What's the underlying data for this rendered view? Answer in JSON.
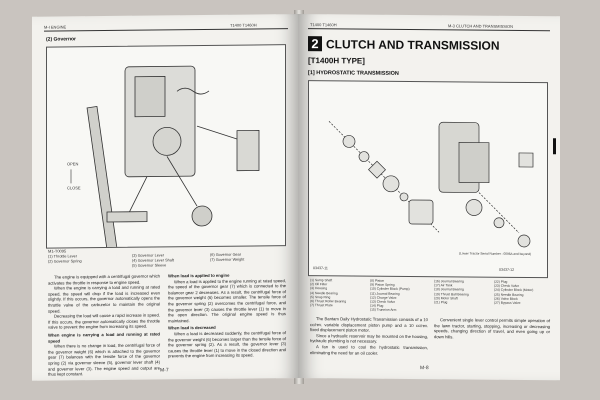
{
  "left_page": {
    "header_section": "M-I ENGINE",
    "header_model": "T1400 T1460H",
    "subsection": "(2) Governor",
    "figure_code": "M1-T0095",
    "figure_labels": {
      "open": "OPEN",
      "close": "CLOSE"
    },
    "legend": [
      "(1) Throttle Lever",
      "(2) Governor Spring",
      "(3) Governor Lever",
      "(4) Governor Lever Shaft",
      "(5) Governor Sleeve",
      "(6) Governor Gear",
      "(7) Governor Weight"
    ],
    "col1_paragraphs": [
      "The engine is equipped with a centrifugal governor which activates the throttle in response to engine speed.",
      "When the engine is carrying a load and running at rated speed, the speed will drop if the load is increased even slightly. If this occurs, the governor automatically opens the throttle valve of the carburetor to maintain the original speed.",
      "Decreasing the load will cause a rapid increase in speed. If this occurs, the governor automatically closes the throttle valve to prevent the engine from increasing its speed."
    ],
    "col1_heading_1": "When engine is carrying a load and running at rated speed",
    "col1_para_2": "When there is no change in load, the centrifugal force of the governor weight (6) which is attached to the governor gear (7) balances with the tensile force of the governor spring (2) via governor sleeve (5), governor lever shaft (4) and governor lever (3). The engine speed and output are thus kept constant.",
    "col2_heading_1": "When load is applied to engine",
    "col2_para_1": "When a load is applied to the engine running at rated speed, the speed of the governor gear (7) which is connected to the balancer gear 2 decreases. As a result, the centrifugal force of the governor weight (6) becomes smaller. The tensile force of the governor spring (2) overcomes the centrifugal force, and the governor lever (3) causes the throttle lever (1) to move in the open direction. The original engine speed is thus maintained.",
    "col2_heading_2": "When load is decreased",
    "col2_para_2": "When a load is decreased suddenly, the centrifugal force of the governor weight (6) becomes larger than the tensile force of the governor spring (2). As a result, the governor lever (3) causes the throttle lever (1) to move in the closed direction and prevents the engine from increasing its speed.",
    "page_number": "M-7"
  },
  "right_page": {
    "header_model": "T1400 T1460H",
    "header_section": "M-3 CLUTCH AND TRANSMISSION",
    "chapter_number": "2",
    "chapter_title": "CLUTCH AND TRANSMISSION",
    "type_title": "[T1400H TYPE]",
    "subsection": "[1] HYDROSTATIC TRANSMISSION",
    "figure_code_left": "03437-11",
    "figure_code_right": "03437-12",
    "serial_note": "(Lower Tractor Serial Number : 0096A and beyond)",
    "legend": [
      "(1) Sump Shaft",
      "(2) Oil Filter",
      "(3) Housing",
      "(4) Needle Bearing",
      "(5) Snap Ring",
      "(6) Thrust Roller Bearing",
      "(7) Thrust Plate",
      "(8) Piston",
      "(9) Piston Spring",
      "(10) Cylinder Block (Pump)",
      "(11) Journal Bearing",
      "(12) Charge Valve",
      "(13) Check Valve",
      "(14) Plug",
      "(15) Trunnion Arm",
      "(16) Journal Bearing",
      "(17) Air Tank",
      "(18) Journal Bearing",
      "(19) Thrust Ball Bearing",
      "(20) Motor Shaft",
      "(21) Plug",
      "(22) Plug",
      "(23) Check Valve",
      "(24) Cylinder Block (Motor)",
      "(25) Needle Bearing",
      "(26) Valve Block",
      "(27) Bypass Valve"
    ],
    "col1_paragraphs": [
      "The Bantam Daily Hydrostatic Transmission consists of a 10 cc/rev. variable displacement piston pump and a 10 cc/rev. fixed displacement piston motor.",
      "Since a hydraulic reservoir may be mounted on the housing, hydraulic plumbing is not necessary.",
      "A fan is used to cool the hydrostatic transmission, eliminating the need for an oil cooler."
    ],
    "col2_paragraph": "Convenient single lever control permits simple operation of the lawn tractor, starting, stopping, increasing or decreasing speeds, changing direction of travel, and even going up or down hills.",
    "page_number": "M-8"
  }
}
